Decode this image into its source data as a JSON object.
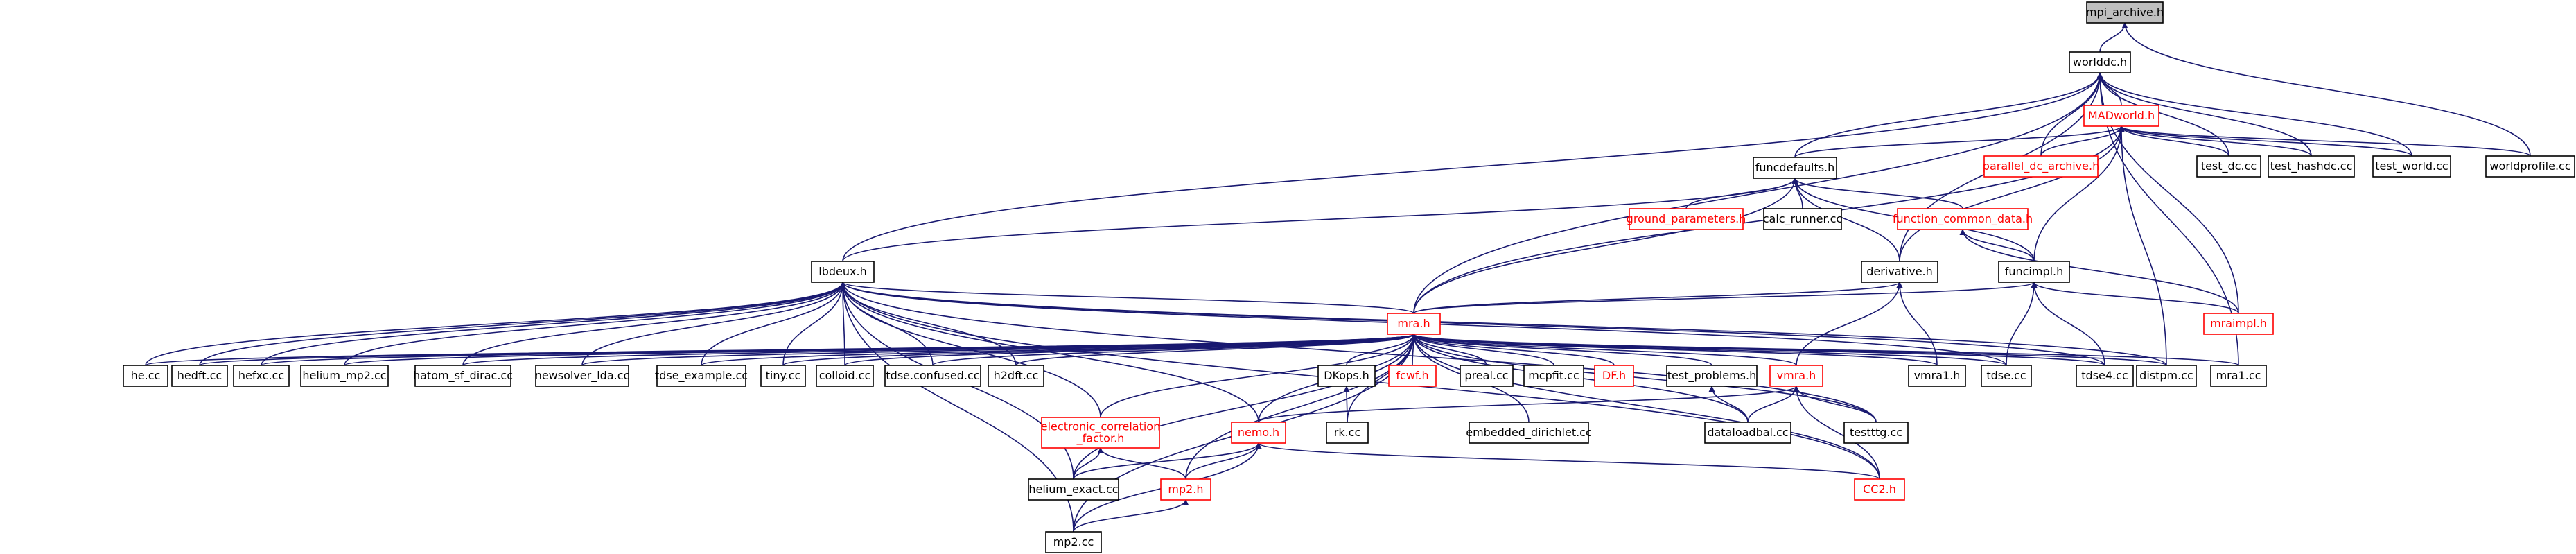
{
  "colors": {
    "edge": "#191970",
    "normal_border": "#000000",
    "missing_border": "#ff0000",
    "normal_text": "#000000",
    "missing_text": "#ff0000",
    "root_fill": "#bfbfbf"
  },
  "nodes": [
    {
      "id": "mpi_archive_h",
      "label": "mpi_archive.h",
      "kind": "root"
    },
    {
      "id": "worlddc_h",
      "label": "worlddc.h",
      "kind": "normal"
    },
    {
      "id": "madworld_h",
      "label": "MADworld.h",
      "kind": "missing"
    },
    {
      "id": "funcdefaults_h",
      "label": "funcdefaults.h",
      "kind": "normal"
    },
    {
      "id": "parallel_dc_archive_h",
      "label": "parallel_dc_archive.h",
      "kind": "missing"
    },
    {
      "id": "test_dc_cc",
      "label": "test_dc.cc",
      "kind": "normal"
    },
    {
      "id": "test_hashdc_cc",
      "label": "test_hashdc.cc",
      "kind": "normal"
    },
    {
      "id": "test_world_cc",
      "label": "test_world.cc",
      "kind": "normal"
    },
    {
      "id": "worldprofile_cc",
      "label": "worldprofile.cc",
      "kind": "normal"
    },
    {
      "id": "ground_parameters_h",
      "label": "ground_parameters.h",
      "kind": "missing"
    },
    {
      "id": "calc_runner_cc",
      "label": "calc_runner.cc",
      "kind": "normal"
    },
    {
      "id": "function_common_data_h",
      "label": "function_common_data.h",
      "kind": "missing"
    },
    {
      "id": "lbdeux_h",
      "label": "lbdeux.h",
      "kind": "normal"
    },
    {
      "id": "derivative_h",
      "label": "derivative.h",
      "kind": "normal"
    },
    {
      "id": "funcimpl_h",
      "label": "funcimpl.h",
      "kind": "normal"
    },
    {
      "id": "mra_h",
      "label": "mra.h",
      "kind": "missing"
    },
    {
      "id": "mraimpl_h",
      "label": "mraimpl.h",
      "kind": "missing"
    },
    {
      "id": "he_cc",
      "label": "he.cc",
      "kind": "normal"
    },
    {
      "id": "hedft_cc",
      "label": "hedft.cc",
      "kind": "normal"
    },
    {
      "id": "hefxc_cc",
      "label": "hefxc.cc",
      "kind": "normal"
    },
    {
      "id": "helium_mp2_cc",
      "label": "helium_mp2.cc",
      "kind": "normal"
    },
    {
      "id": "hatom_sf_dirac_cc",
      "label": "hatom_sf_dirac.cc",
      "kind": "normal"
    },
    {
      "id": "newsolver_lda_cc",
      "label": "newsolver_lda.cc",
      "kind": "normal"
    },
    {
      "id": "tdse_example_cc",
      "label": "tdse_example.cc",
      "kind": "normal"
    },
    {
      "id": "tiny_cc",
      "label": "tiny.cc",
      "kind": "normal"
    },
    {
      "id": "colloid_cc",
      "label": "colloid.cc",
      "kind": "normal"
    },
    {
      "id": "tdse_confused_cc",
      "label": "tdse.confused.cc",
      "kind": "normal"
    },
    {
      "id": "h2dft_cc",
      "label": "h2dft.cc",
      "kind": "normal"
    },
    {
      "id": "dkops_h",
      "label": "DKops.h",
      "kind": "normal"
    },
    {
      "id": "fcwf_h",
      "label": "fcwf.h",
      "kind": "missing"
    },
    {
      "id": "preal_cc",
      "label": "preal.cc",
      "kind": "normal"
    },
    {
      "id": "mcpfit_cc",
      "label": "mcpfit.cc",
      "kind": "normal"
    },
    {
      "id": "df_h",
      "label": "DF.h",
      "kind": "missing"
    },
    {
      "id": "test_problems_h",
      "label": "test_problems.h",
      "kind": "normal"
    },
    {
      "id": "vmra_h",
      "label": "vmra.h",
      "kind": "missing"
    },
    {
      "id": "vmra1_h",
      "label": "vmra1.h",
      "kind": "normal"
    },
    {
      "id": "tdse_cc",
      "label": "tdse.cc",
      "kind": "normal"
    },
    {
      "id": "tdse4_cc",
      "label": "tdse4.cc",
      "kind": "normal"
    },
    {
      "id": "distpm_cc",
      "label": "distpm.cc",
      "kind": "normal"
    },
    {
      "id": "mra1_cc",
      "label": "mra1.cc",
      "kind": "normal"
    },
    {
      "id": "electronic_correlation_factor_h",
      "label": "electronic_correlation\n_factor.h",
      "kind": "missing"
    },
    {
      "id": "rk_cc",
      "label": "rk.cc",
      "kind": "normal"
    },
    {
      "id": "embedded_dirichlet_cc",
      "label": "embedded_dirichlet.cc",
      "kind": "normal"
    },
    {
      "id": "dataloadbal_cc",
      "label": "dataloadbal.cc",
      "kind": "normal"
    },
    {
      "id": "testttg_cc",
      "label": "testttg.cc",
      "kind": "normal"
    },
    {
      "id": "nemo_h",
      "label": "nemo.h",
      "kind": "missing"
    },
    {
      "id": "helium_exact_cc",
      "label": "helium_exact.cc",
      "kind": "normal"
    },
    {
      "id": "mp2_h",
      "label": "mp2.h",
      "kind": "missing"
    },
    {
      "id": "cc2_h",
      "label": "CC2.h",
      "kind": "missing"
    },
    {
      "id": "mp2_cc",
      "label": "mp2.cc",
      "kind": "normal"
    }
  ],
  "edges": [
    [
      "worlddc_h",
      "mpi_archive_h"
    ],
    [
      "worldprofile_cc",
      "mpi_archive_h"
    ],
    [
      "madworld_h",
      "worlddc_h"
    ],
    [
      "parallel_dc_archive_h",
      "worlddc_h"
    ],
    [
      "test_dc_cc",
      "worlddc_h"
    ],
    [
      "test_hashdc_cc",
      "worlddc_h"
    ],
    [
      "test_world_cc",
      "worlddc_h"
    ],
    [
      "funcdefaults_h",
      "worlddc_h"
    ],
    [
      "lbdeux_h",
      "worlddc_h"
    ],
    [
      "derivative_h",
      "worlddc_h"
    ],
    [
      "mra_h",
      "worlddc_h"
    ],
    [
      "mraimpl_h",
      "worlddc_h"
    ],
    [
      "mra1_cc",
      "worlddc_h"
    ],
    [
      "funcdefaults_h",
      "madworld_h"
    ],
    [
      "parallel_dc_archive_h",
      "madworld_h"
    ],
    [
      "test_dc_cc",
      "madworld_h"
    ],
    [
      "test_hashdc_cc",
      "madworld_h"
    ],
    [
      "test_world_cc",
      "madworld_h"
    ],
    [
      "worldprofile_cc",
      "madworld_h"
    ],
    [
      "mra_h",
      "madworld_h"
    ],
    [
      "derivative_h",
      "madworld_h"
    ],
    [
      "funcimpl_h",
      "madworld_h"
    ],
    [
      "distpm_cc",
      "madworld_h"
    ],
    [
      "ground_parameters_h",
      "funcdefaults_h"
    ],
    [
      "calc_runner_cc",
      "funcdefaults_h"
    ],
    [
      "function_common_data_h",
      "funcdefaults_h"
    ],
    [
      "lbdeux_h",
      "funcdefaults_h"
    ],
    [
      "derivative_h",
      "funcdefaults_h"
    ],
    [
      "mra_h",
      "funcdefaults_h"
    ],
    [
      "funcimpl_h",
      "funcdefaults_h"
    ],
    [
      "funcimpl_h",
      "function_common_data_h"
    ],
    [
      "mraimpl_h",
      "function_common_data_h"
    ],
    [
      "mra_h",
      "funcimpl_h"
    ],
    [
      "mraimpl_h",
      "funcimpl_h"
    ],
    [
      "tdse_cc",
      "funcimpl_h"
    ],
    [
      "tdse4_cc",
      "funcimpl_h"
    ],
    [
      "mra_h",
      "derivative_h"
    ],
    [
      "vmra_h",
      "derivative_h"
    ],
    [
      "vmra1_h",
      "derivative_h"
    ],
    [
      "he_cc",
      "lbdeux_h"
    ],
    [
      "hedft_cc",
      "lbdeux_h"
    ],
    [
      "hefxc_cc",
      "lbdeux_h"
    ],
    [
      "helium_mp2_cc",
      "lbdeux_h"
    ],
    [
      "hatom_sf_dirac_cc",
      "lbdeux_h"
    ],
    [
      "newsolver_lda_cc",
      "lbdeux_h"
    ],
    [
      "tdse_example_cc",
      "lbdeux_h"
    ],
    [
      "tiny_cc",
      "lbdeux_h"
    ],
    [
      "colloid_cc",
      "lbdeux_h"
    ],
    [
      "tdse_confused_cc",
      "lbdeux_h"
    ],
    [
      "h2dft_cc",
      "lbdeux_h"
    ],
    [
      "mra_h",
      "lbdeux_h"
    ],
    [
      "tdse_cc",
      "lbdeux_h"
    ],
    [
      "tdse4_cc",
      "lbdeux_h"
    ],
    [
      "distpm_cc",
      "lbdeux_h"
    ],
    [
      "electronic_correlation_factor_h",
      "lbdeux_h"
    ],
    [
      "nemo_h",
      "lbdeux_h"
    ],
    [
      "helium_exact_cc",
      "lbdeux_h"
    ],
    [
      "mp2_cc",
      "lbdeux_h"
    ],
    [
      "testttg_cc",
      "lbdeux_h"
    ],
    [
      "cc2_h",
      "lbdeux_h"
    ],
    [
      "he_cc",
      "mra_h"
    ],
    [
      "hedft_cc",
      "mra_h"
    ],
    [
      "hefxc_cc",
      "mra_h"
    ],
    [
      "helium_mp2_cc",
      "mra_h"
    ],
    [
      "hatom_sf_dirac_cc",
      "mra_h"
    ],
    [
      "newsolver_lda_cc",
      "mra_h"
    ],
    [
      "tdse_example_cc",
      "mra_h"
    ],
    [
      "tiny_cc",
      "mra_h"
    ],
    [
      "colloid_cc",
      "mra_h"
    ],
    [
      "tdse_confused_cc",
      "mra_h"
    ],
    [
      "h2dft_cc",
      "mra_h"
    ],
    [
      "dkops_h",
      "mra_h"
    ],
    [
      "fcwf_h",
      "mra_h"
    ],
    [
      "preal_cc",
      "mra_h"
    ],
    [
      "mcpfit_cc",
      "mra_h"
    ],
    [
      "df_h",
      "mra_h"
    ],
    [
      "test_problems_h",
      "mra_h"
    ],
    [
      "vmra_h",
      "mra_h"
    ],
    [
      "vmra1_h",
      "mra_h"
    ],
    [
      "tdse_cc",
      "mra_h"
    ],
    [
      "tdse4_cc",
      "mra_h"
    ],
    [
      "distpm_cc",
      "mra_h"
    ],
    [
      "mra1_cc",
      "mra_h"
    ],
    [
      "electronic_correlation_factor_h",
      "mra_h"
    ],
    [
      "embedded_dirichlet_cc",
      "mra_h"
    ],
    [
      "dataloadbal_cc",
      "mra_h"
    ],
    [
      "testttg_cc",
      "mra_h"
    ],
    [
      "nemo_h",
      "mra_h"
    ],
    [
      "helium_exact_cc",
      "mra_h"
    ],
    [
      "mp2_h",
      "mra_h"
    ],
    [
      "cc2_h",
      "mra_h"
    ],
    [
      "mp2_cc",
      "mra_h"
    ],
    [
      "rk_cc",
      "mra_h"
    ],
    [
      "rk_cc",
      "dkops_h"
    ],
    [
      "dataloadbal_cc",
      "test_problems_h"
    ],
    [
      "nemo_h",
      "vmra_h"
    ],
    [
      "dataloadbal_cc",
      "vmra_h"
    ],
    [
      "testttg_cc",
      "vmra_h"
    ],
    [
      "cc2_h",
      "vmra_h"
    ],
    [
      "helium_exact_cc",
      "electronic_correlation_factor_h"
    ],
    [
      "mp2_h",
      "electronic_correlation_factor_h"
    ],
    [
      "helium_exact_cc",
      "nemo_h"
    ],
    [
      "mp2_h",
      "nemo_h"
    ],
    [
      "cc2_h",
      "nemo_h"
    ],
    [
      "mp2_cc",
      "nemo_h"
    ],
    [
      "mp2_cc",
      "mp2_h"
    ]
  ]
}
